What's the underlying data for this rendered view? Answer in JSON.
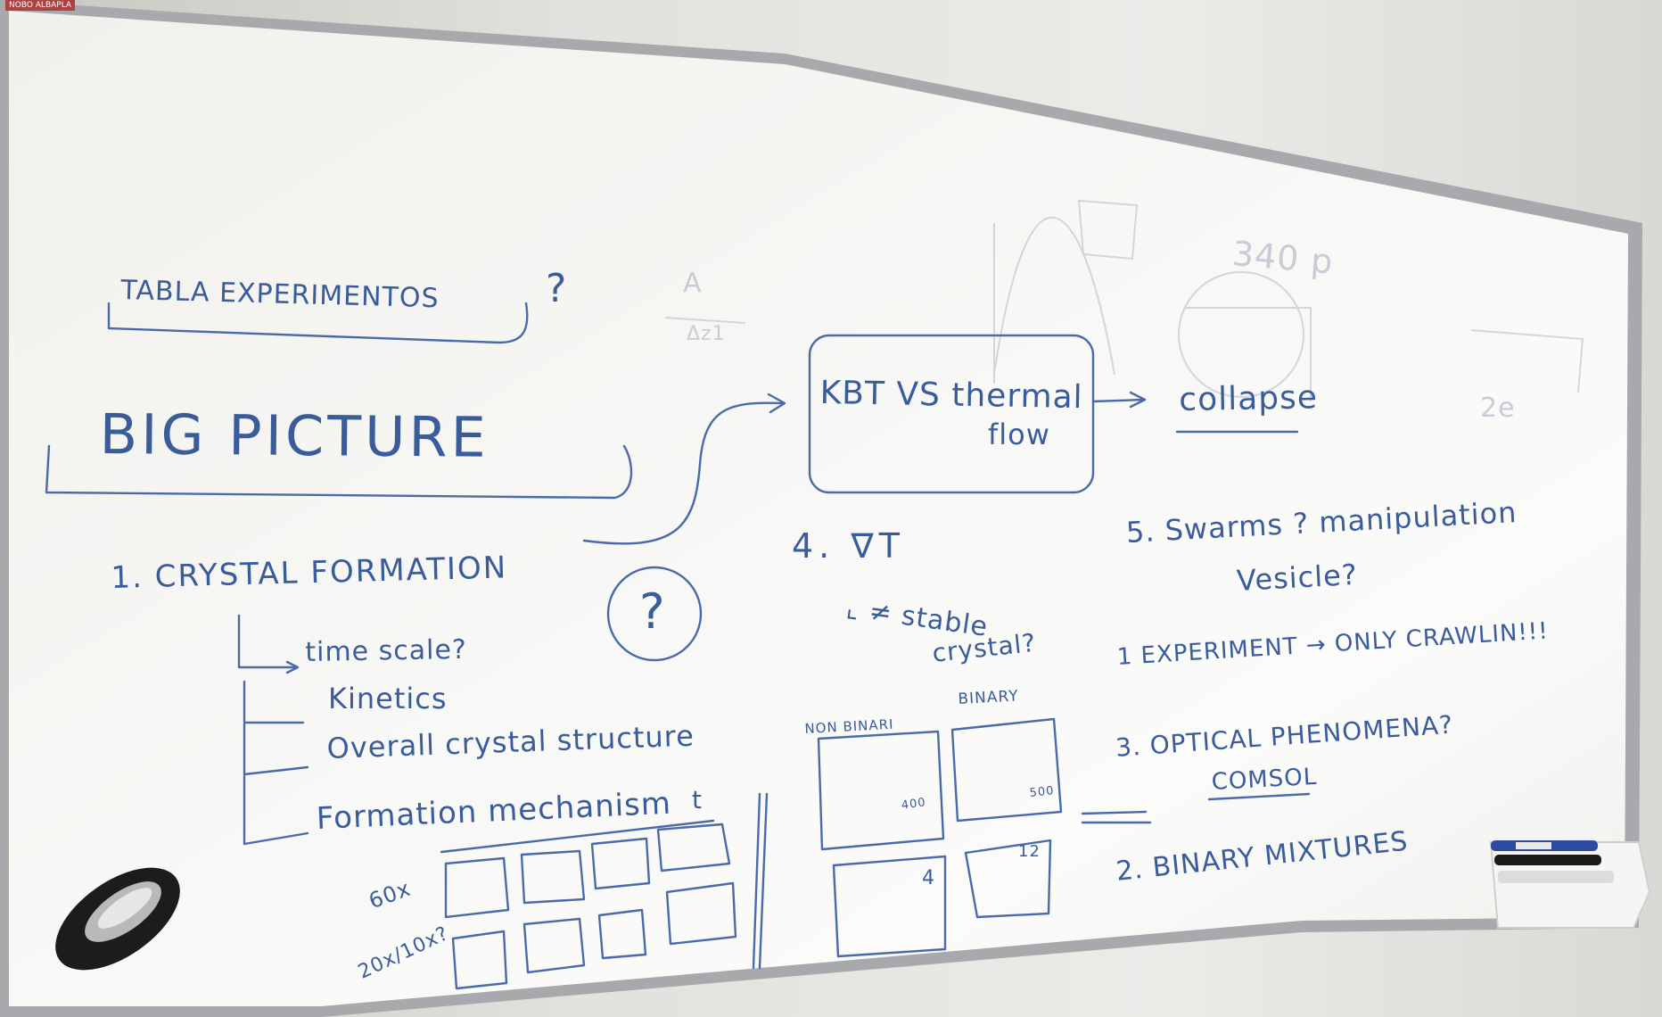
{
  "brand": "NOBO ALBAPLA",
  "board": {
    "heading_tabla": "TABLA EXPERIMENTOS",
    "heading_tabla_q": "?",
    "heading_big": "BIG PICTURE",
    "box_line1": "KBT VS thermal",
    "box_line2": "flow",
    "collapse": "collapse",
    "item1": "1. CRYSTAL FORMATION",
    "sub_timescale": "time scale?",
    "sub_kinetics": "Kinetics",
    "sub_overall": "Overall crystal structure",
    "sub_formation": "Formation mechanism",
    "t_label": "t",
    "question_mark": "?",
    "item4": "4. ∇T",
    "item4_sub1": "⌞ ≠ stable",
    "item4_sub2": "crystal?",
    "nonbinary": "NON BINARI",
    "binary": "BINARY",
    "item5_line1": "5. Swarms ? manipulation",
    "item5_line2": "Vesicle?",
    "experiment_note": "1 EXPERIMENT → ONLY CRAWLIN!!!",
    "item3": "3. OPTICAL PHENOMENA?",
    "comsol": "COMSOL",
    "item2": "2. BINARY MIXTURES",
    "row_label_1": "60x",
    "row_label_2": "20x/10x?",
    "faint_340": "340 p",
    "faint_fraction_top": "A",
    "faint_fraction_bottom": "Δz1",
    "faint_2e": "2e",
    "box_small_1": "400",
    "box_small_2": "500",
    "box_small_3": "4",
    "box_small_4": "12"
  }
}
